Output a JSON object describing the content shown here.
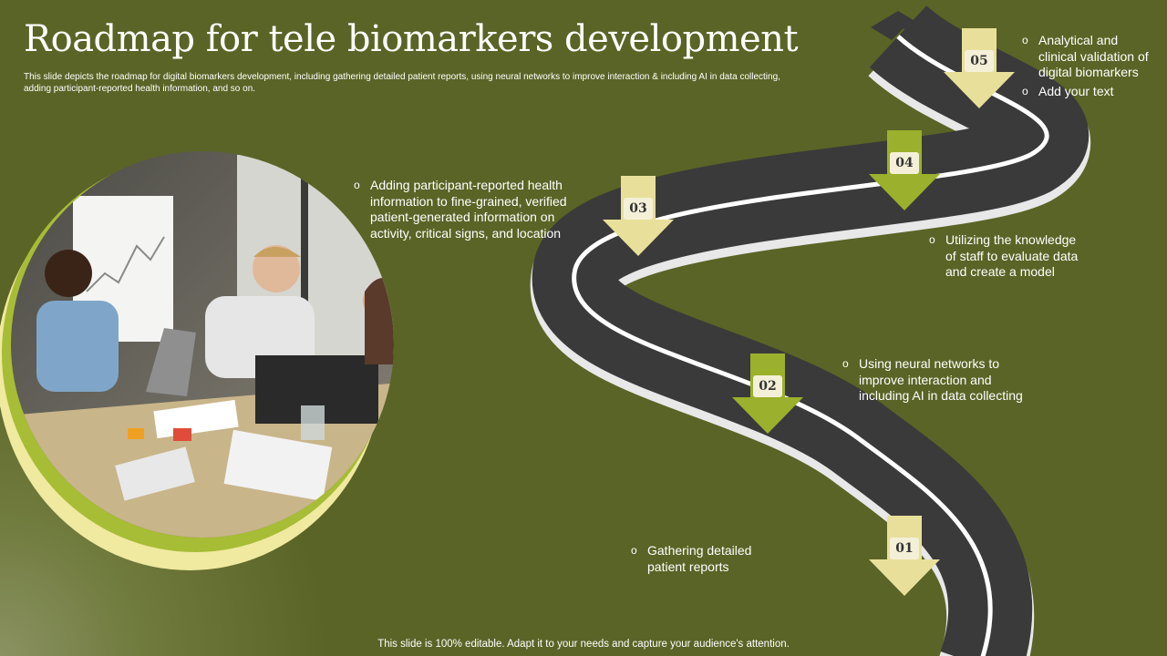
{
  "title": "Roadmap for tele biomarkers development",
  "subtitle": "This slide depicts the roadmap for digital biomarkers development, including gathering detailed patient reports, using neural networks to improve interaction & including AI in data collecting, adding participant-reported health information, and so on.",
  "footer": "This slide is 100% editable. Adapt it to your needs and capture your audience's attention.",
  "colors": {
    "background": "#5a6426",
    "road": "#3a3a3a",
    "road_edge": "#ffffff",
    "marker_yellow": "#e8e09a",
    "marker_green": "#9bb02c",
    "ring_yellow": "#f0e9a0",
    "ring_green": "#a6bd35"
  },
  "steps": [
    {
      "number": "01",
      "lines": [
        "Gathering detailed",
        "patient reports"
      ]
    },
    {
      "number": "02",
      "lines": [
        "Using neural networks to",
        "improve interaction and",
        "including AI in data collecting"
      ]
    },
    {
      "number": "03",
      "lines": [
        "Adding participant-reported health",
        "information to fine-grained, verified",
        "patient-generated information on",
        "activity, critical signs, and location"
      ]
    },
    {
      "number": "04",
      "lines": [
        "Utilizing the knowledge",
        "of staff to evaluate data",
        "and create a model"
      ]
    },
    {
      "number": "05",
      "lines": [
        "Analytical and",
        "clinical validation of",
        "digital biomarkers"
      ],
      "extra": "Add your text"
    }
  ],
  "bullet_glyph": "o",
  "photo": {
    "icon": "team-meeting-photo"
  }
}
